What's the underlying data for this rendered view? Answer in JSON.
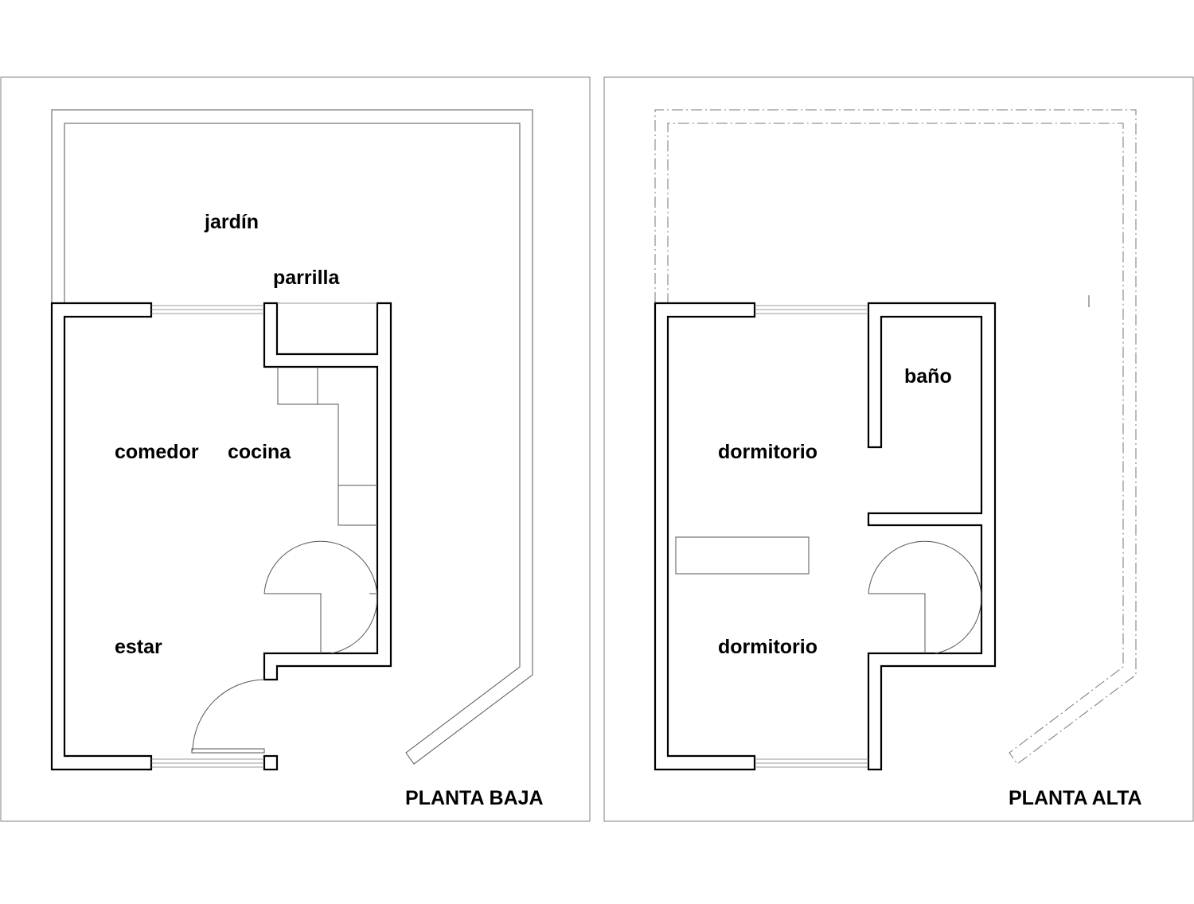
{
  "plans": [
    {
      "title": "PLANTA BAJA",
      "rooms": [
        "jardín",
        "parrilla",
        "comedor",
        "cocina",
        "estar"
      ]
    },
    {
      "title": "PLANTA ALTA",
      "rooms": [
        "baño",
        "dormitorio",
        "dormitorio"
      ]
    }
  ]
}
